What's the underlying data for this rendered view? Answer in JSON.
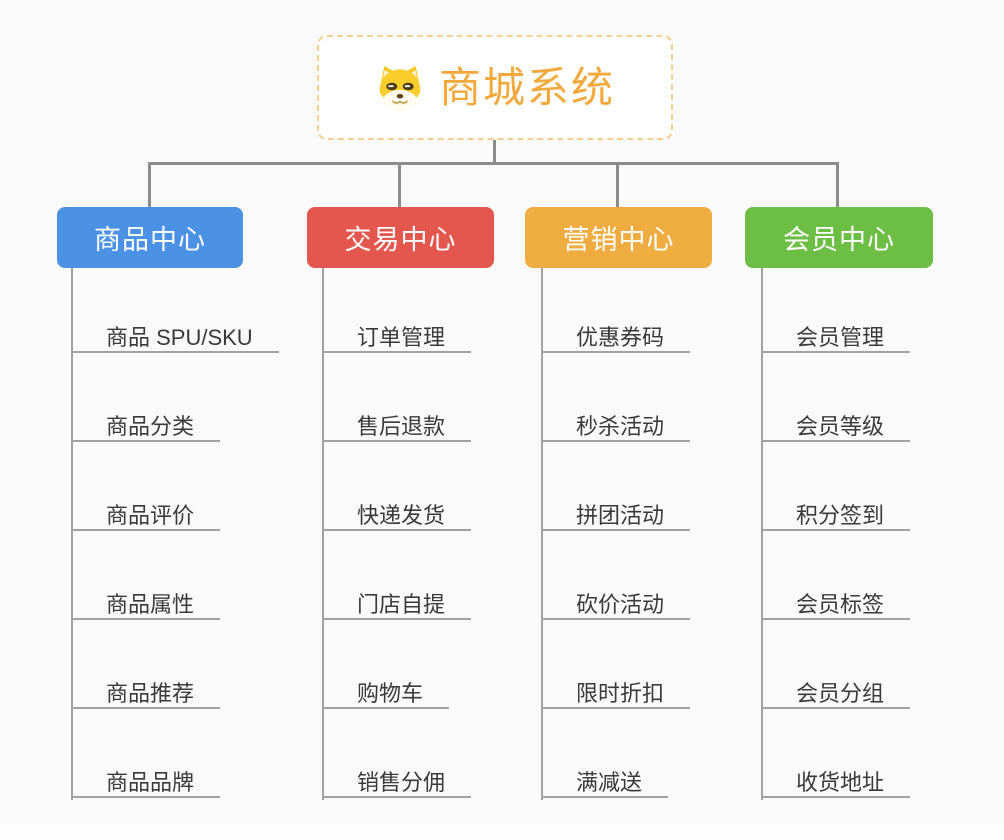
{
  "root": {
    "title": "商城系统",
    "icon": "doge-icon"
  },
  "branches": [
    {
      "label": "商品中心",
      "color": "#4b92e5",
      "items": [
        "商品 SPU/SKU",
        "商品分类",
        "商品评价",
        "商品属性",
        "商品推荐",
        "商品品牌"
      ]
    },
    {
      "label": "交易中心",
      "color": "#e3574f",
      "items": [
        "订单管理",
        "售后退款",
        "快递发货",
        "门店自提",
        "购物车",
        "销售分佣"
      ]
    },
    {
      "label": "营销中心",
      "color": "#efad41",
      "items": [
        "优惠券码",
        "秒杀活动",
        "拼团活动",
        "砍价活动",
        "限时折扣",
        "满减送"
      ]
    },
    {
      "label": "会员中心",
      "color": "#6cbe45",
      "items": [
        "会员管理",
        "会员等级",
        "积分签到",
        "会员标签",
        "会员分组",
        "收货地址"
      ]
    }
  ],
  "colors": {
    "background": "#fafafa",
    "root_text": "#f2a93b",
    "root_border": "#f6ce8e",
    "connector": "#8c8c8c",
    "leaf_line": "#a2a2a2",
    "leaf_text": "#3a3a3a"
  }
}
